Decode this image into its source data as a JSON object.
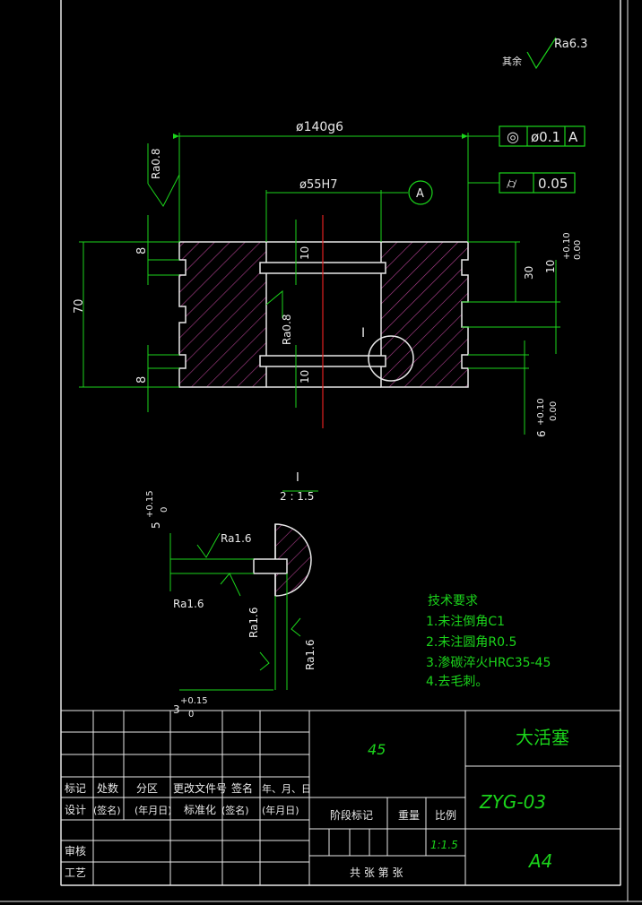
{
  "drawing": {
    "surface_note": {
      "other": "其余",
      "ra": "Ra6.3"
    },
    "dimensions": {
      "outer_diameter": "ø140g6",
      "inner_diameter": "ø55H7",
      "datum": "A",
      "height_total": "70",
      "groove_top": "8",
      "groove_bottom": "8",
      "ring_gap_top": "10",
      "ring_gap_bottom": "10",
      "right_height": "30",
      "tol_top": "10",
      "tol_top_sup": "+0.10",
      "tol_top_sub": "0.00",
      "tol_bottom": "6",
      "tol_bottom_sup": "+0.10",
      "tol_bottom_sub": "0.00",
      "section_mark": "I"
    },
    "roughness": {
      "outer": "Ra0.8",
      "bore": "Ra0.8"
    },
    "tolerance_frames": [
      {
        "symbol": "◎",
        "value": "ø0.1",
        "datum": "A"
      },
      {
        "symbol": "⌭",
        "value": "0.05"
      }
    ],
    "detail": {
      "label": "I",
      "scale": "2 : 1.5",
      "dim_vertical": "5",
      "dim_vertical_sup": "+0.15",
      "dim_vertical_sub": "0",
      "dim_horizontal": "3",
      "dim_horizontal_sup": "+0.15",
      "dim_horizontal_sub": "0",
      "ra_top": "Ra1.6",
      "ra_left": "Ra1.6",
      "ra_mid": "Ra1.6",
      "ra_right": "Ra1.6"
    }
  },
  "tech_requirements": {
    "title": "技术要求",
    "items": [
      "1.未注倒角C1",
      "2.未注圆角R0.5",
      "3.渗碳淬火HRC35-45",
      "4.去毛刺。"
    ]
  },
  "title_block": {
    "part_name": "大活塞",
    "drawing_no": "ZYG-03",
    "material": "45",
    "sheet_size": "A4",
    "scale": "1:1.5",
    "headers": {
      "mark": "标记",
      "count": "处数",
      "zone": "分区",
      "doc_no": "更改文件号",
      "sign": "签名",
      "date": "年、月、日",
      "design": "设计",
      "sign2": "(签名)",
      "date2": "(年月日)",
      "standard": "标准化",
      "sign3": "(签名)",
      "date3": "(年月日)",
      "review": "审核",
      "process": "工艺",
      "stage": "阶段标记",
      "weight": "重量",
      "ratio": "比例",
      "sheets": "共   张   第   张"
    }
  }
}
